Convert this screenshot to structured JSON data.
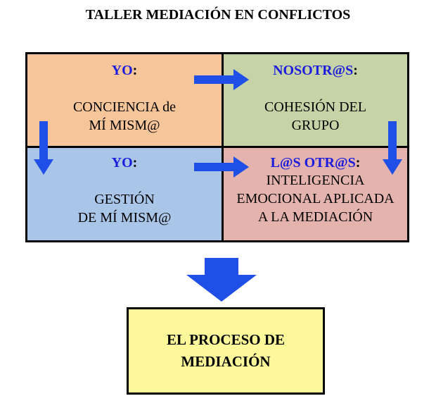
{
  "title": "TALLER MEDIACIÓN EN CONFLICTOS",
  "cells": {
    "top_left": {
      "heading": "YO",
      "colon": ":",
      "lines": [
        "CONCIENCIA de",
        "MÍ MISM@"
      ]
    },
    "top_right": {
      "heading": "NOSOTR@S",
      "colon": ":",
      "lines": [
        "COHESIÓN DEL",
        "GRUPO"
      ]
    },
    "bottom_left": {
      "heading": "YO",
      "colon": ":",
      "lines": [
        "GESTIÓN",
        "DE MÍ MISM@"
      ]
    },
    "bottom_right": {
      "heading": "L@S OTR@S",
      "colon": ":",
      "lines": [
        "INTELIGENCIA",
        "EMOCIONAL APLICADA",
        "A LA MEDIACIÓN"
      ]
    }
  },
  "final_box": {
    "lines": [
      "EL PROCESO DE",
      "MEDIACIÓN"
    ]
  },
  "colors": {
    "top_left": "#f7c59a",
    "top_right": "#c6d3a7",
    "bottom_left": "#a9c6e8",
    "bottom_right": "#e4b3ad",
    "final_box": "#fdf99a",
    "arrow": "#1f4fe6",
    "heading_text": "#1c1cdc"
  }
}
